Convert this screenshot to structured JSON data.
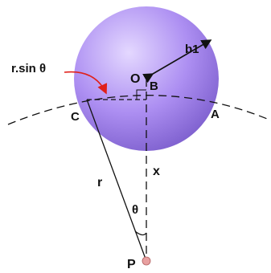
{
  "labels": {
    "r_sin_theta": "r.sin θ",
    "b1": "b1",
    "O": "O",
    "B": "B",
    "C": "C",
    "A": "A",
    "r": "r",
    "x": "x",
    "theta": "θ",
    "P": "P"
  },
  "colors": {
    "sphere_light": "#d9c8ff",
    "sphere_mid": "#a888f0",
    "sphere_dark": "#7e60d0",
    "arrow_red": "#e0201a",
    "point_p": "#e8a0a0",
    "ink": "#111111"
  }
}
